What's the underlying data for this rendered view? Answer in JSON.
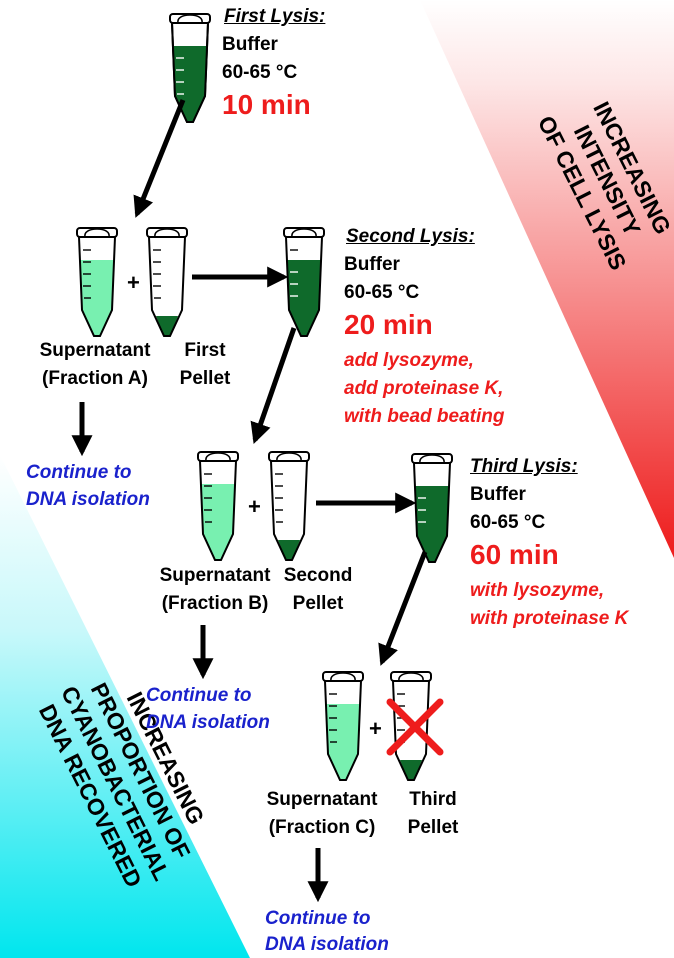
{
  "colors": {
    "red_accent": "#ee1c1c",
    "blue_accent": "#1a22cc",
    "dark_green": "#0f6a2b",
    "light_green": "#78f0b0",
    "cyan": "#00e6ee"
  },
  "side_labels": {
    "right": [
      "INCREASING",
      "INTENSITY",
      "OF CELL LYSIS"
    ],
    "left": [
      "INCREASING",
      "PROPORTION OF",
      "CYANOBACTERIAL",
      "DNA RECOVERED"
    ]
  },
  "first_lysis": {
    "title": "First Lysis:",
    "buffer": "Buffer",
    "temp": "60-65 °C",
    "time": "10 min"
  },
  "second_lysis": {
    "title": "Second Lysis:",
    "buffer": "Buffer",
    "temp": "60-65 °C",
    "time": "20 min",
    "notes": [
      "add lysozyme,",
      "add proteinase K,",
      "with bead beating"
    ]
  },
  "third_lysis": {
    "title": "Third Lysis:",
    "buffer": "Buffer",
    "temp": "60-65 °C",
    "time": "60 min",
    "notes": [
      "with lysozyme,",
      "with proteinase K"
    ]
  },
  "plus": "+",
  "row1": {
    "sup": [
      "Supernatant",
      "(Fraction A)"
    ],
    "pellet": [
      "First",
      "Pellet"
    ],
    "cont": [
      "Continue to",
      "DNA isolation"
    ]
  },
  "row2": {
    "sup": [
      "Supernatant",
      "(Fraction B)"
    ],
    "pellet": [
      "Second",
      "Pellet"
    ],
    "cont": [
      "Continue to",
      "DNA isolation"
    ]
  },
  "row3": {
    "sup": [
      "Supernatant",
      "(Fraction C)"
    ],
    "pellet": [
      "Third",
      "Pellet"
    ],
    "cont": [
      "Continue to",
      "DNA isolation"
    ]
  }
}
